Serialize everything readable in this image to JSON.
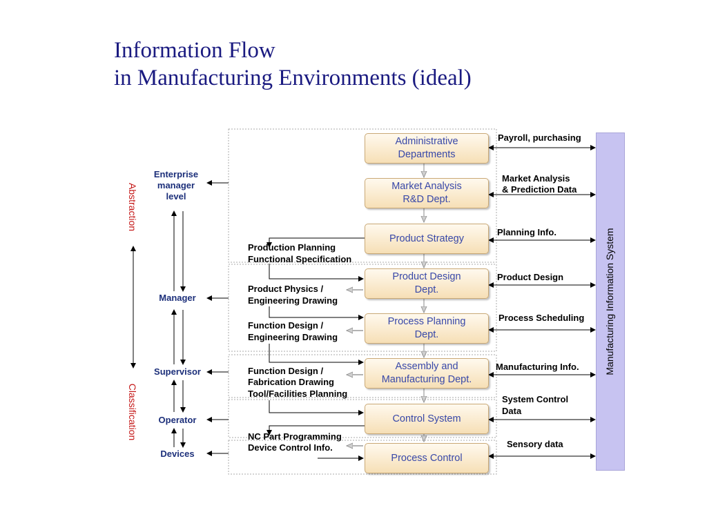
{
  "title": {
    "line1": "Information Flow",
    "line2": "in Manufacturing Environments (ideal)"
  },
  "departments": [
    "Administrative\nDepartments",
    "Market Analysis\nR&D Dept.",
    "Product Strategy",
    "Product Design\nDept.",
    "Process Planning\nDept.",
    "Assembly and\nManufacturing Dept.",
    "Control System",
    "Process Control"
  ],
  "exchanges": [
    "Payroll, purchasing",
    "Market Analysis",
    "& Prediction Data",
    "Planning Info.",
    "Product Design",
    "Process Scheduling",
    "Manufacturing Info.",
    "System Control",
    "Data",
    "Sensory data"
  ],
  "inner_flows": [
    "Production Planning",
    "Functional Specification",
    "Product Physics /",
    "Engineering Drawing",
    "Function Design /",
    "Engineering Drawing",
    "Function Design /",
    "Fabrication Drawing",
    "Tool/Facilities Planning",
    "NC Part Programming",
    "Device Control Info."
  ],
  "levels": {
    "enterprise_1": "Enterprise",
    "enterprise_2": "manager",
    "enterprise_3": "level",
    "manager": "Manager",
    "supervisor": "Supervisor",
    "operator": "Operator",
    "devices": "Devices"
  },
  "axis": {
    "top": "Abstraction",
    "bottom": "Classification"
  },
  "system_label": "Manufacturing Information System",
  "colors": {
    "title": "#1a1a80",
    "dept_text": "#3848a8",
    "dept_fill": "#f6dfb6",
    "level_text": "#1c2f7a",
    "axis_text": "#c41616",
    "system_fill": "#c7c3f1"
  }
}
